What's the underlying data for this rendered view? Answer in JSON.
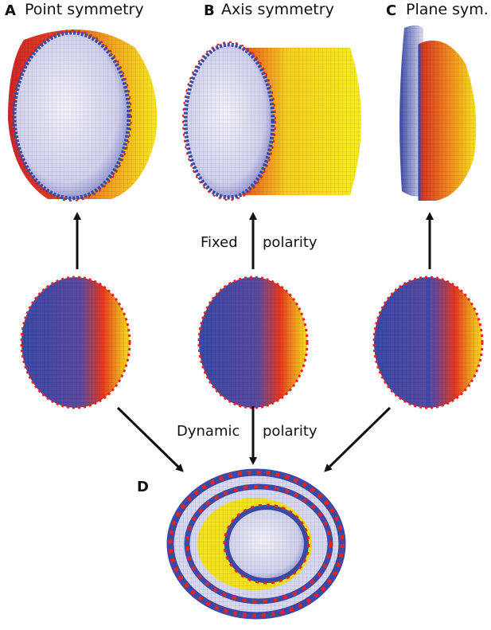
{
  "panels": {
    "a": {
      "letter": "A",
      "title": "Point symmetry"
    },
    "b": {
      "letter": "B",
      "title": "Axis symmetry"
    },
    "c": {
      "letter": "C",
      "title": "Plane sym."
    },
    "d": {
      "letter": "D"
    }
  },
  "labels": {
    "fixed_left": "Fixed",
    "fixed_right": "polarity",
    "dynamic_left": "Dynamic",
    "dynamic_right": "polarity"
  },
  "colors": {
    "cell_blue": "#3b4aa8",
    "cell_red": "#e8231e",
    "cell_orange": "#f07a1a",
    "cell_yellow": "#f4e41c",
    "inner_pale": "#d9d9f0",
    "arrow": "#111111"
  }
}
